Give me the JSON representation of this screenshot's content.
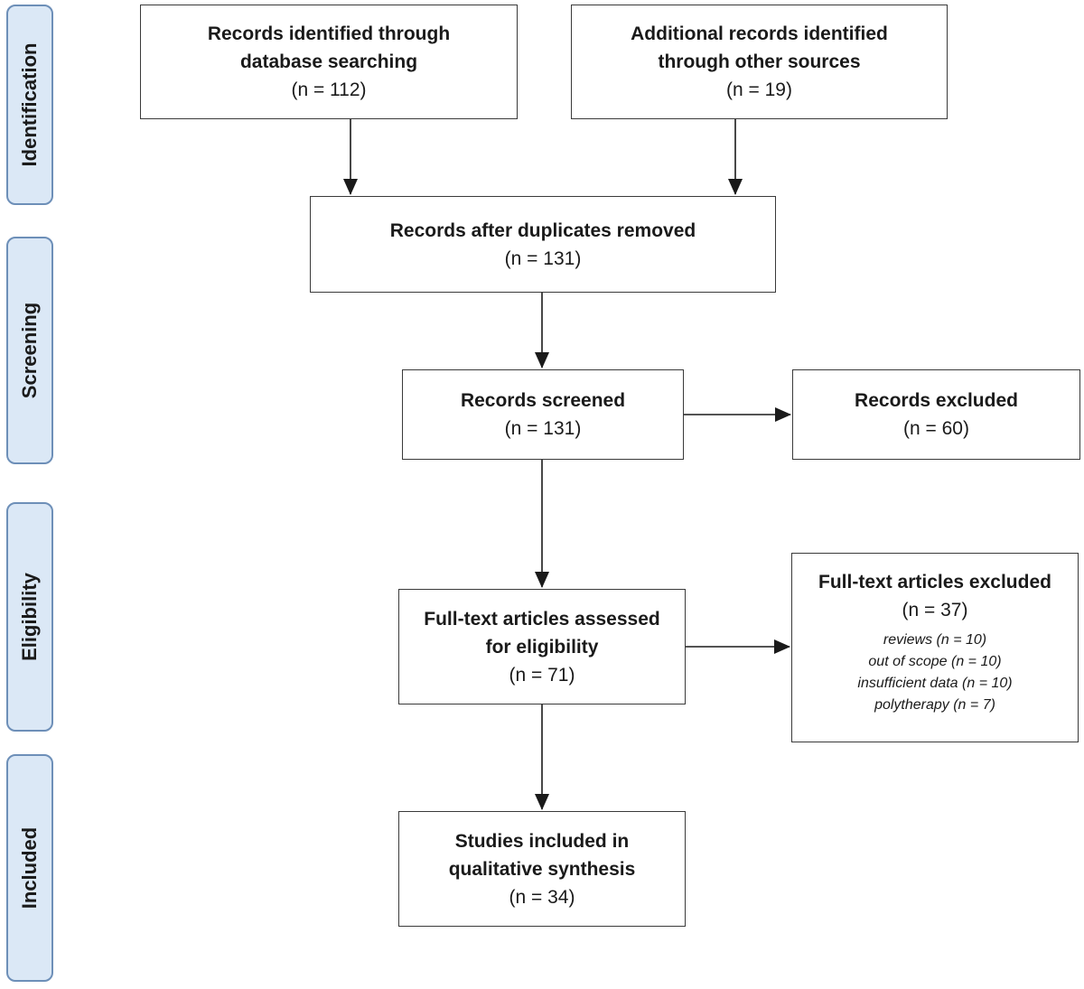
{
  "phases": {
    "identification": "Identification",
    "screening": "Screening",
    "eligibility": "Eligibility",
    "included": "Included"
  },
  "boxes": {
    "database": {
      "title_line1": "Records identified through",
      "title_line2": "database searching",
      "count": "(n = 112)"
    },
    "other_sources": {
      "title_line1": "Additional records identified",
      "title_line2": "through other sources",
      "count": "(n = 19)"
    },
    "after_duplicates": {
      "title": "Records after duplicates removed",
      "count": "(n = 131)"
    },
    "screened": {
      "title": "Records screened",
      "count": "(n = 131)"
    },
    "records_excluded": {
      "title": "Records excluded",
      "count": "(n = 60)"
    },
    "fulltext_assessed": {
      "title_line1": "Full-text articles assessed",
      "title_line2": "for eligibility",
      "count": "(n = 71)"
    },
    "fulltext_excluded": {
      "title": "Full-text articles excluded",
      "count": "(n = 37)",
      "reasons": [
        "reviews (n = 10)",
        "out of scope (n = 10)",
        "insufficient data (n = 10)",
        "polytherapy (n = 7)"
      ]
    },
    "included": {
      "title_line1": "Studies included in",
      "title_line2": "qualitative synthesis",
      "count": "(n = 34)"
    }
  }
}
